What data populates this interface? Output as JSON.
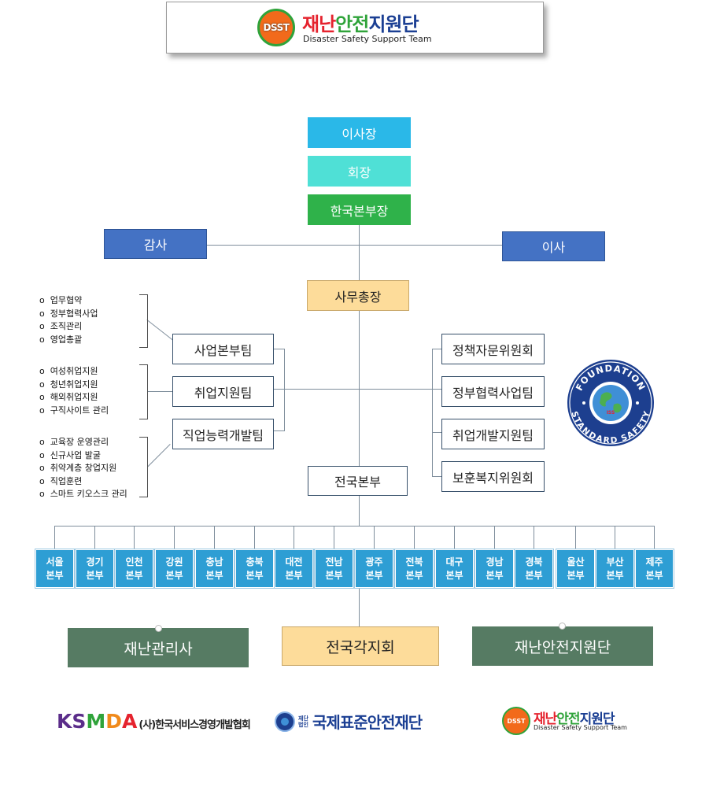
{
  "header": {
    "logo_mark": "DSST",
    "title_red": "재난",
    "title_green": "안전",
    "title_blue": "지원단",
    "subtitle": "Disaster Safety Support Team"
  },
  "org": {
    "chairman_board": "이사장",
    "chairman": "회장",
    "korea_hq_head": "한국본부장",
    "auditor": "감사",
    "director": "이사",
    "secretary_general": "사무총장",
    "left_teams": [
      "사업본부팀",
      "취업지원팀",
      "직업능력개발팀"
    ],
    "right_teams": [
      "정책자문위원회",
      "정부협력사업팀",
      "취업개발지원팀",
      "보훈복지위원회"
    ],
    "national_hq": "전국본부",
    "duties": [
      [
        "업무협약",
        "정부협력사업",
        "조직관리",
        "영업총괄"
      ],
      [
        "여성취업지원",
        "청년취업지원",
        "해외취업지원",
        "구직사이트 관리"
      ],
      [
        "교육장 운영관리",
        "신규사업 발굴",
        "취약계층 창업지원",
        "직업훈련",
        "스마트 키오스크 관리"
      ]
    ],
    "bullet": "o",
    "regions": [
      [
        "서울",
        "본부"
      ],
      [
        "경기",
        "본부"
      ],
      [
        "인천",
        "본부"
      ],
      [
        "강원",
        "본부"
      ],
      [
        "충남",
        "본부"
      ],
      [
        "충북",
        "본부"
      ],
      [
        "대전",
        "본부"
      ],
      [
        "전남",
        "본부"
      ],
      [
        "광주",
        "본부"
      ],
      [
        "전북",
        "본부"
      ],
      [
        "대구",
        "본부"
      ],
      [
        "경남",
        "본부"
      ],
      [
        "경북",
        "본부"
      ],
      [
        "울산",
        "본부"
      ],
      [
        "부산",
        "본부"
      ],
      [
        "제주",
        "본부"
      ]
    ],
    "bottom_boxes": [
      "재난관리사",
      "전국각지회",
      "재난안전지원단"
    ]
  },
  "seal": {
    "top_text": "FOUNDATION",
    "bottom_text": "STANDARD SAFETY",
    "center_text": "ISS"
  },
  "footer": {
    "ksmda_letters": [
      "K",
      "S",
      "M",
      "D",
      "A"
    ],
    "ksmda_name": "(사)한국서비스경영개발협회",
    "foundation_prefix": "재단법인",
    "foundation_name": "국제표준안전재단",
    "dsst_title_red": "재난",
    "dsst_title_green": "안전",
    "dsst_title_blue": "지원단",
    "dsst_subtitle": "Disaster Safety Support Team",
    "dsst_mark": "DSST"
  },
  "colors": {
    "cyan": "#2ab8e8",
    "aqua": "#4fe0d6",
    "green": "#2fb24a",
    "blue": "#4472c4",
    "cream": "#fddc9a",
    "teal": "#2e9ed4",
    "dark_green": "#567b63",
    "seal_navy": "#1d3f8f",
    "title_red": "#e5232e",
    "title_green": "#2fa33a",
    "title_blue": "#1b3f93"
  }
}
